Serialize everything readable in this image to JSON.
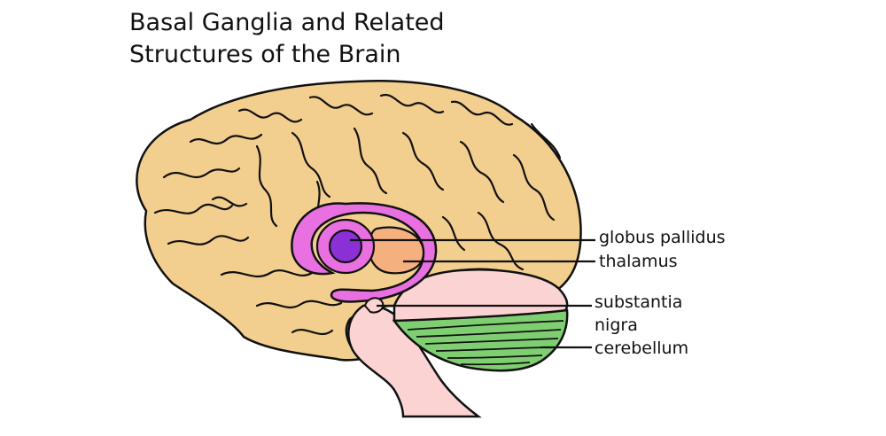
{
  "title": {
    "line1": "Basal Ganglia and Related",
    "line2": "Structures of the Brain"
  },
  "labels": {
    "globus_pallidus": "globus pallidus",
    "thalamus": "thalamus",
    "substantia_line1": "substantia",
    "substantia_line2": "nigra",
    "cerebellum": "cerebellum"
  },
  "colors": {
    "cerebrum": "#f3cf8f",
    "outline": "#111111",
    "striatum": "#e870e0",
    "globus_pallidus": "#8b2fd6",
    "thalamus": "#f6b07f",
    "brainstem": "#fbd3d3",
    "cerebellum": "#7fcf72",
    "background": "#ffffff"
  }
}
